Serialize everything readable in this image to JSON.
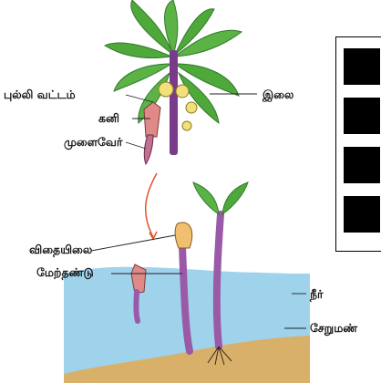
{
  "labels": {
    "calyx_ring": "புல்லி வட்டம்",
    "fruit": "கனி",
    "radicle": "முளைவேர்",
    "leaf": "இலை",
    "seed_leaf": "விதையிலை",
    "hypocotyl": "மேற்தண்டு",
    "water": "நீர்",
    "mud": "சேறுமண்"
  },
  "colors": {
    "leaf": "#4fa83a",
    "leaf_dark": "#2f7a2a",
    "stem": "#7a3a8a",
    "fruit": "#e08a88",
    "water": "#9fd3ec",
    "mud": "#d9b06a",
    "arrow": "#e0532a",
    "flower": "#f2e07a"
  }
}
